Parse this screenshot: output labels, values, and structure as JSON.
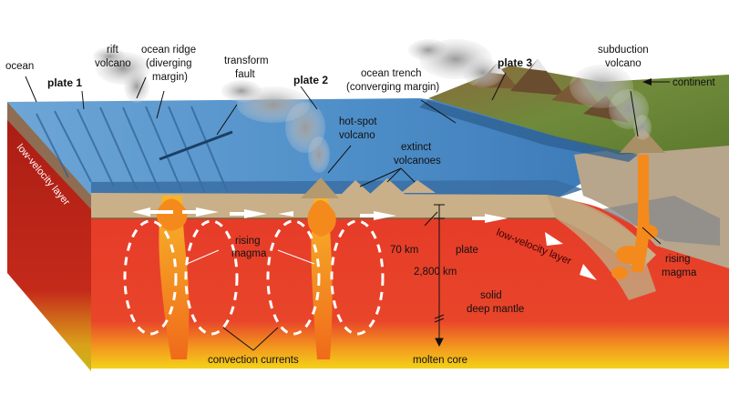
{
  "labels": {
    "ocean": "ocean",
    "rift_volcano_1": "rift",
    "rift_volcano_2": "volcano",
    "ocean_ridge_1": "ocean ridge",
    "ocean_ridge_2": "(diverging",
    "ocean_ridge_3": "margin)",
    "transform_fault_1": "transform",
    "transform_fault_2": "fault",
    "plate_1": "plate 1",
    "plate_2": "plate 2",
    "plate_3": "plate 3",
    "ocean_trench_1": "ocean trench",
    "ocean_trench_2": "(converging margin)",
    "subduction_volcano_1": "subduction",
    "subduction_volcano_2": "volcano",
    "continent": "continent",
    "hot_spot_volcano_1": "hot-spot",
    "hot_spot_volcano_2": "volcano",
    "extinct_volcanoes_1": "extinct",
    "extinct_volcanoes_2": "volcanoes",
    "low_velocity_layer_left": "low-velocity layer",
    "low_velocity_layer_right": "low-velocity layer",
    "rising_magma_left_1": "rising",
    "rising_magma_left_2": "magma",
    "rising_magma_right_1": "rising",
    "rising_magma_right_2": "magma",
    "thickness_70": "70 km",
    "plate": "plate",
    "depth_2800": "2,800 km",
    "solid_deep_mantle_1": "solid",
    "solid_deep_mantle_2": "deep mantle",
    "convection_currents": "convection currents",
    "molten_core": "molten core"
  },
  "colors": {
    "ocean": "#4d8cc4",
    "ocean_deep": "#2f6aa8",
    "crust": "#c8b48a",
    "mantle": "#e23a2a",
    "mantle_dark": "#b11e16",
    "core": "#f3d21a",
    "magma": "#f58a1c",
    "continent": "#6f8a3a",
    "smoke": "#a8a8a8"
  }
}
